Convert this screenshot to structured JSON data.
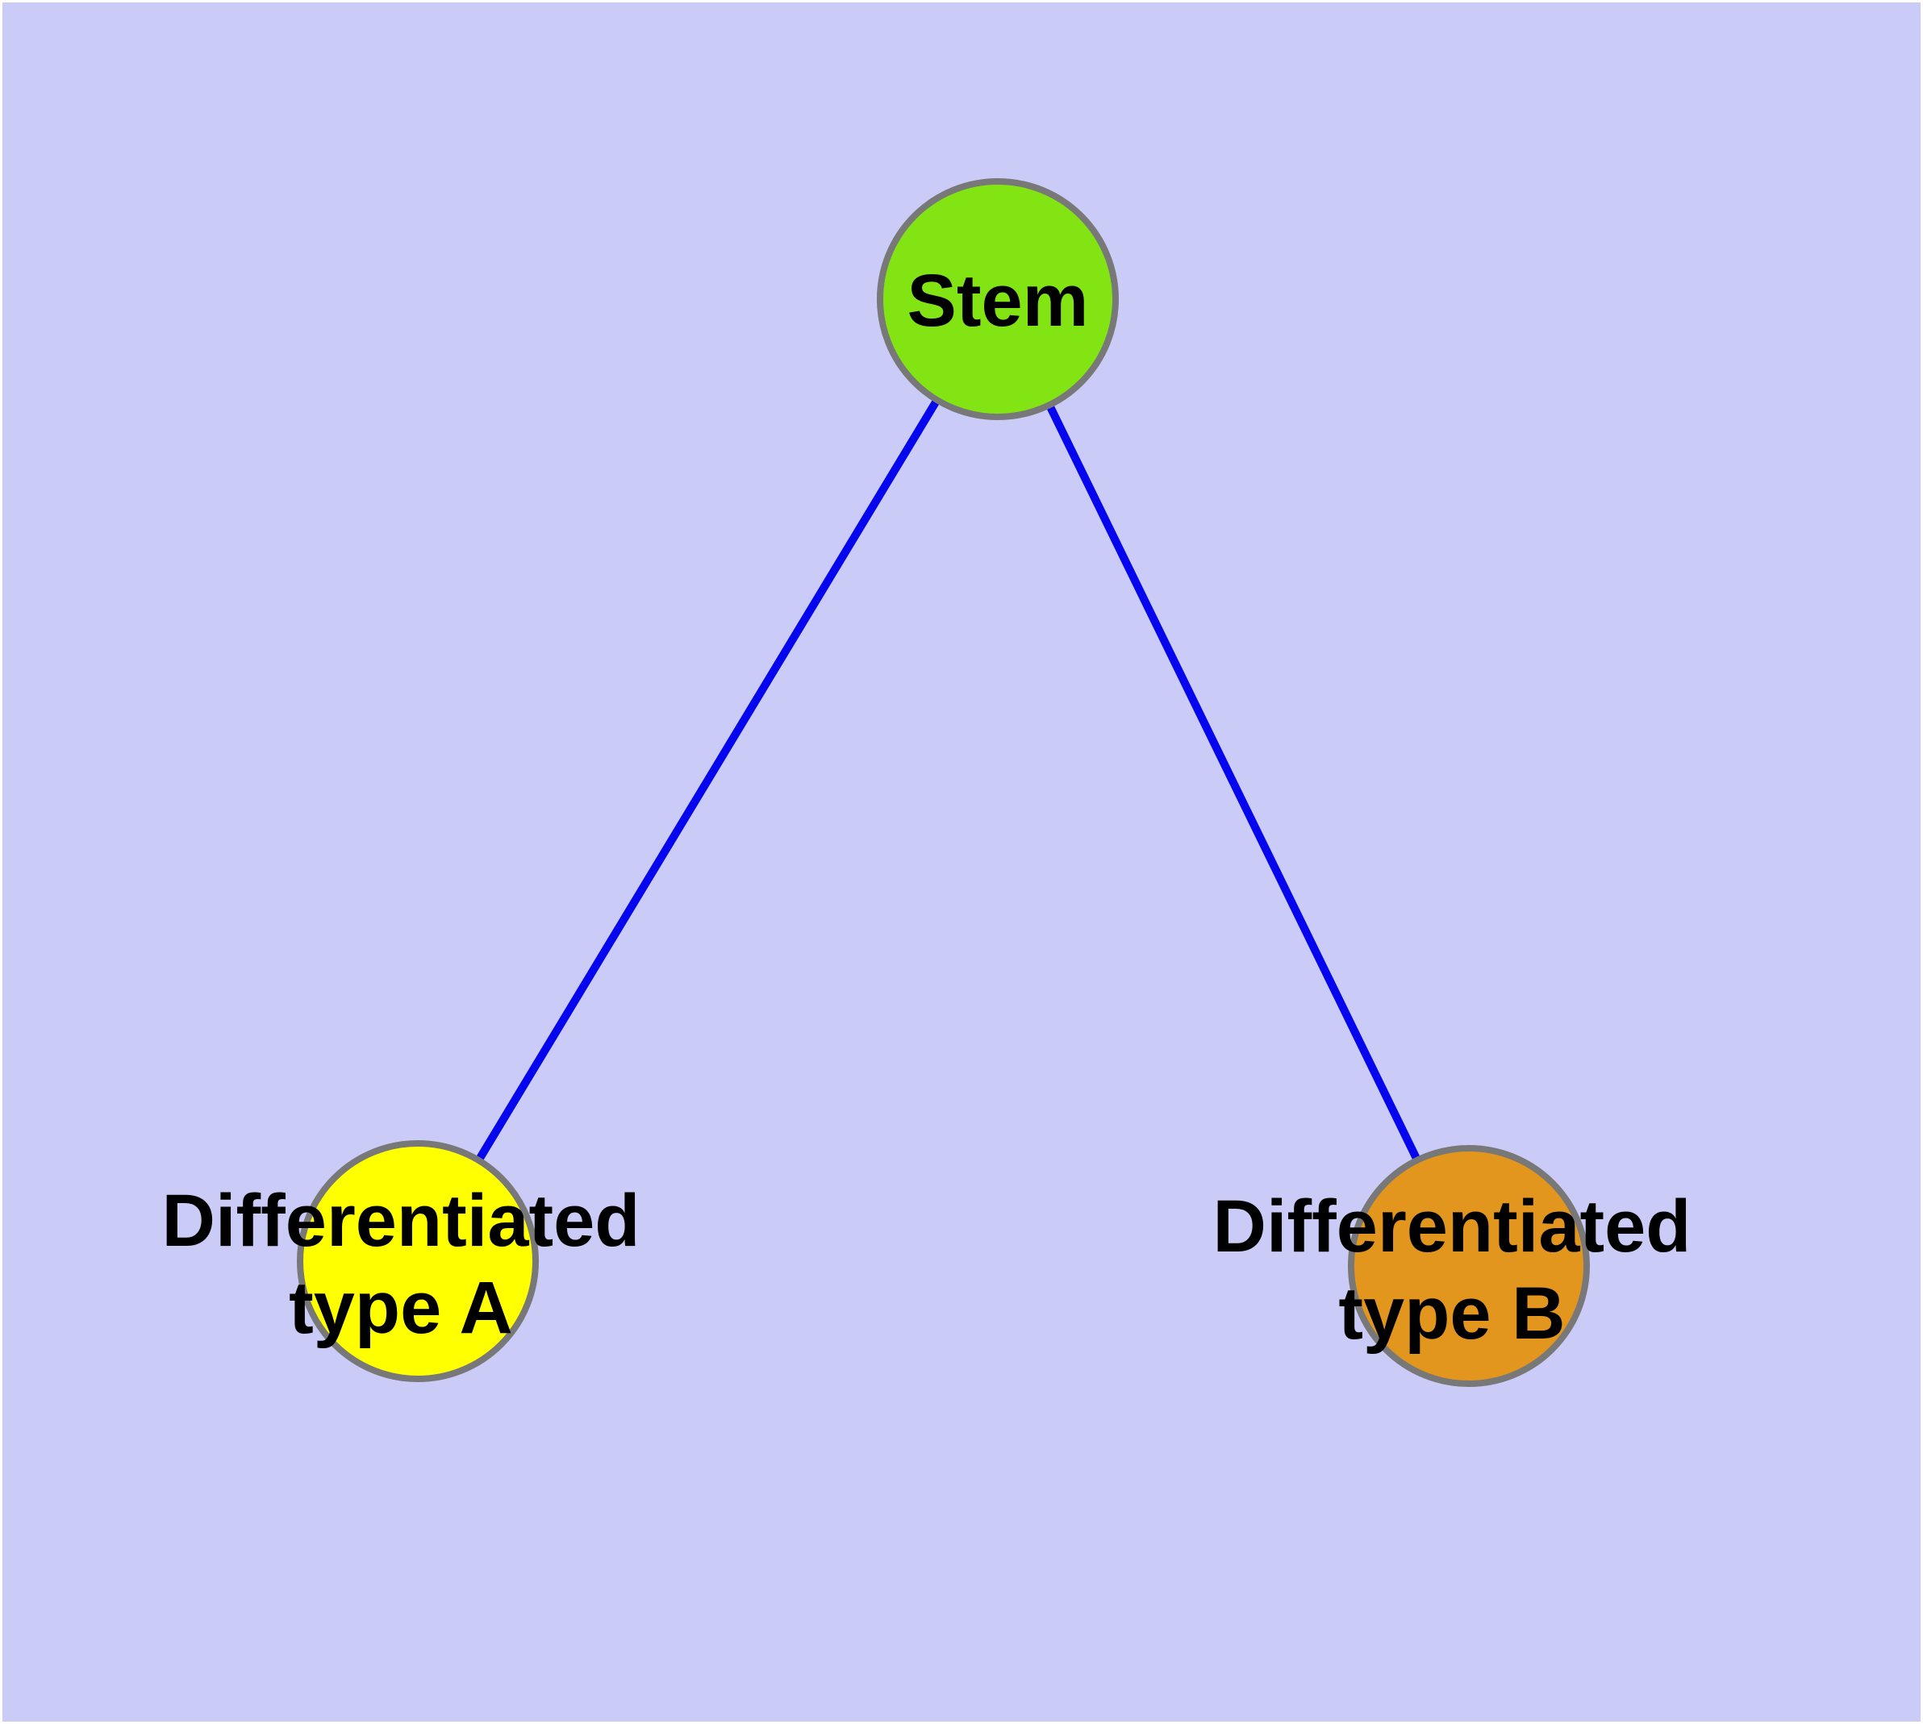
{
  "diagram": {
    "background_color": "#cbcbf7",
    "frame_color": "#ffffff",
    "edge_color": "#0505ee",
    "node_border_color": "#787878",
    "text_color": "#000000",
    "nodes": {
      "stem": {
        "label": "Stem",
        "fill": "#83e414"
      },
      "type_a": {
        "label_line1": "Differentiated",
        "label_line2": "type A",
        "fill": "#ffff00"
      },
      "type_b": {
        "label_line1": "Differentiated",
        "label_line2": "type B",
        "fill": "#e2961d"
      }
    },
    "edges": [
      {
        "from": "stem",
        "to": "type_a"
      },
      {
        "from": "stem",
        "to": "type_b"
      }
    ]
  }
}
